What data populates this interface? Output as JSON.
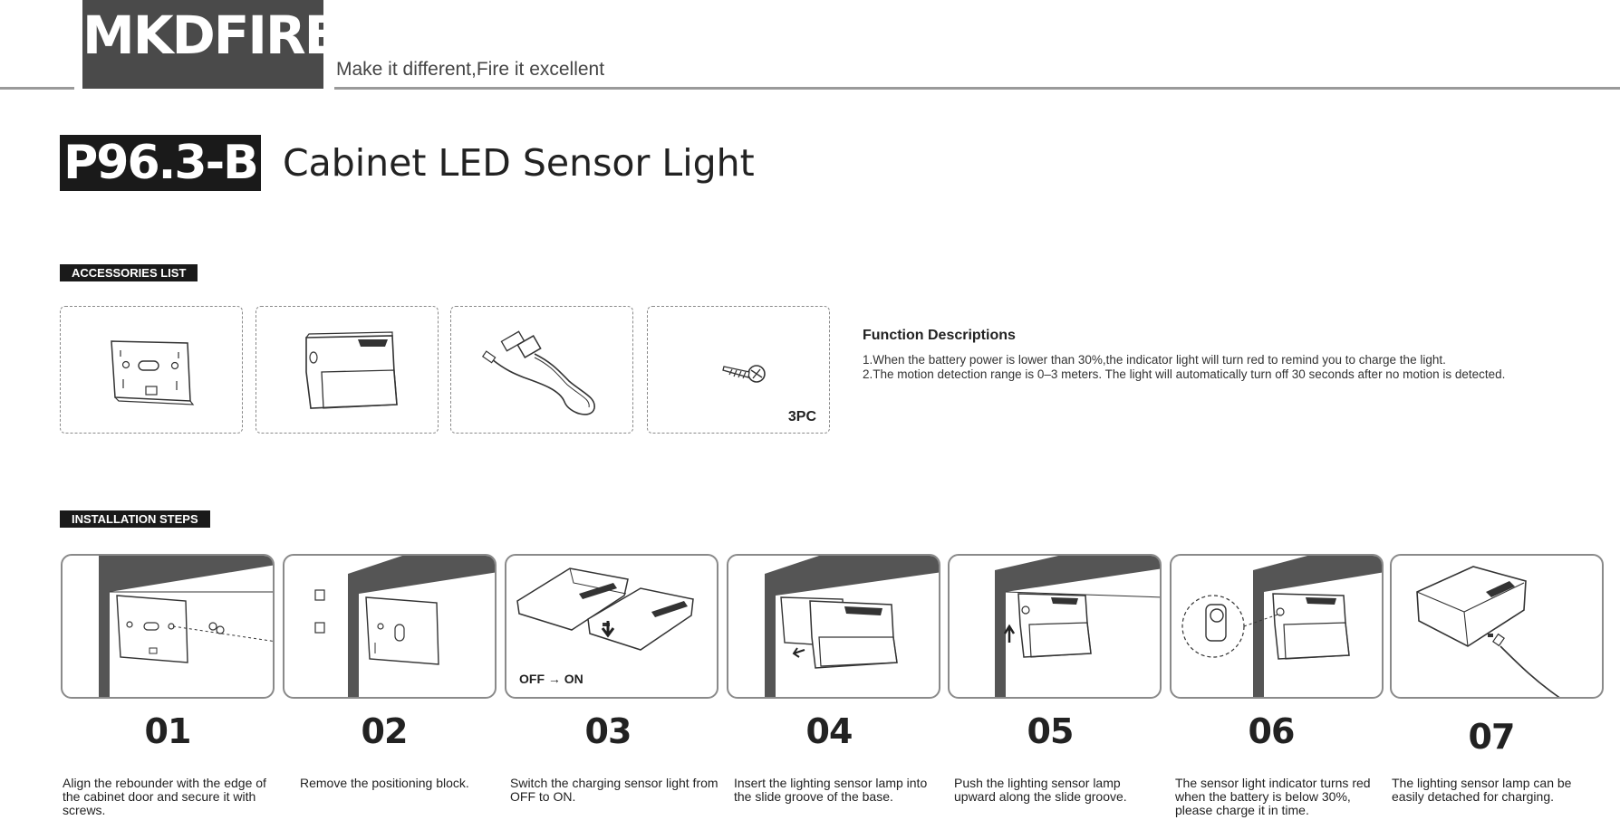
{
  "header": {
    "brand": "MKDFIRE",
    "slogan": "Make it different,Fire it excellent"
  },
  "title": {
    "model": "P96.3-B",
    "product": "Cabinet LED Sensor Light"
  },
  "accessories": {
    "label": "ACCESSORIES LIST",
    "items": [
      {
        "icon": "mounting-plate-icon",
        "qty": ""
      },
      {
        "icon": "sensor-light-icon",
        "qty": ""
      },
      {
        "icon": "usb-cable-icon",
        "qty": ""
      },
      {
        "icon": "screw-icon",
        "qty": "3PC"
      }
    ]
  },
  "functions": {
    "title": "Function Descriptions",
    "lines": [
      "1.When the battery power is lower than 30%,the indicator light will turn red to remind you to charge the light.",
      "2.The motion detection range is 0–3 meters. The light will automatically turn off 30 seconds after  no motion is detected."
    ]
  },
  "installation": {
    "label": "INSTALLATION STEPS",
    "off_on_label": "OFF → ON",
    "steps": [
      {
        "num": "01",
        "desc": "Align the rebounder with the edge of the cabinet door and secure it with screws."
      },
      {
        "num": "02",
        "desc": "Remove the positioning block."
      },
      {
        "num": "03",
        "desc": "Switch the charging sensor light from OFF to ON."
      },
      {
        "num": "04",
        "desc": "Insert the lighting sensor lamp into the slide groove of the base."
      },
      {
        "num": "05",
        "desc": "Push the lighting sensor lamp upward along the slide groove."
      },
      {
        "num": "06",
        "desc": "The sensor light indicator turns red when the battery is below 30%, please charge it in time."
      },
      {
        "num": "07",
        "desc": "The lighting sensor lamp can be easily detached for charging."
      }
    ]
  }
}
